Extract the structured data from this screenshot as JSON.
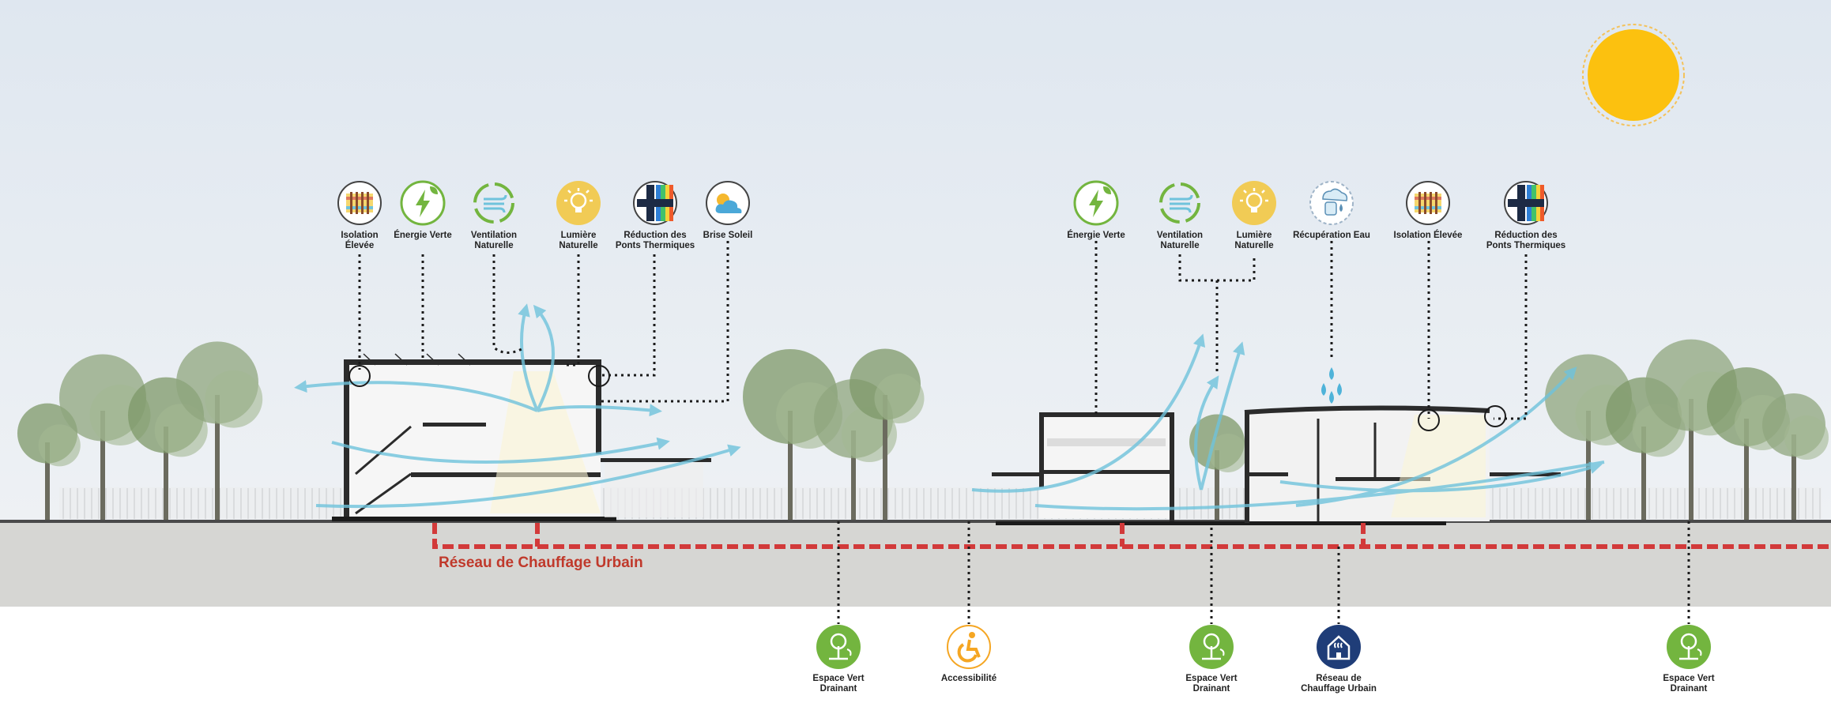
{
  "top_features_left": [
    {
      "icon": "insulation-icon",
      "label": "Isolation\nÉlevée"
    },
    {
      "icon": "green-energy-icon",
      "label": "Énergie Verte"
    },
    {
      "icon": "natural-ventilation-icon",
      "label": "Ventilation\nNaturelle"
    },
    {
      "icon": "natural-light-icon",
      "label": "Lumière\nNaturelle"
    },
    {
      "icon": "thermal-bridge-icon",
      "label": "Réduction des\nPonts Thermiques"
    },
    {
      "icon": "sun-shade-icon",
      "label": "Brise Soleil"
    }
  ],
  "top_features_right": [
    {
      "icon": "green-energy-icon",
      "label": "Énergie Verte"
    },
    {
      "icon": "natural-ventilation-icon",
      "label": "Ventilation\nNaturelle"
    },
    {
      "icon": "natural-light-icon",
      "label": "Lumière\nNaturelle"
    },
    {
      "icon": "water-recovery-icon",
      "label": "Récupération Eau"
    },
    {
      "icon": "insulation-icon",
      "label": "Isolation Élevée"
    },
    {
      "icon": "thermal-bridge-icon",
      "label": "Réduction des\nPonts Thermiques"
    }
  ],
  "bottom_features": [
    {
      "icon": "tree-icon",
      "label": "Espace Vert\nDrainant"
    },
    {
      "icon": "accessibility-icon",
      "label": "Accessibilité"
    },
    {
      "icon": "tree-icon",
      "label": "Espace Vert\nDrainant"
    },
    {
      "icon": "district-heating-icon",
      "label": "Réseau de\nChauffage Urbain"
    },
    {
      "icon": "tree-icon",
      "label": "Espace Vert\nDrainant"
    }
  ],
  "network_label": "Réseau de Chauffage Urbain",
  "colors": {
    "sky": "#e3eaf2",
    "ground": "#d6d6d3",
    "heating_network": "#d23a3a",
    "airflow": "#6fc3dc",
    "green_badge": "#73b53f",
    "navy_badge": "#1f3d78",
    "light_badge": "#f1cb55",
    "sun": "#fcc10f"
  }
}
